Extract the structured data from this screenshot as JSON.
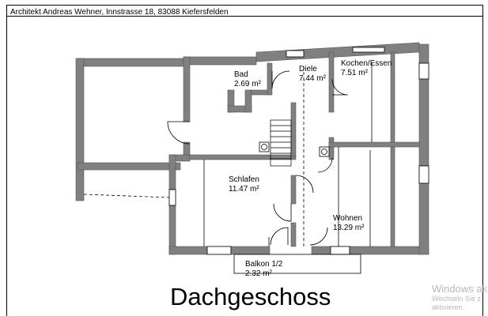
{
  "header": {
    "architect": "Architekt Andreas Wehner, Innstrasse 18,  83088 Kiefersfelden"
  },
  "rooms": [
    {
      "key": "bad",
      "name": "Bad",
      "area": "2.69 m²"
    },
    {
      "key": "diele",
      "name": "Diele",
      "area": "7.44 m²"
    },
    {
      "key": "kochen",
      "name": "Kochen/Essen",
      "area": "7.51 m²"
    },
    {
      "key": "schlafen",
      "name": "Schlafen",
      "area": "11.47 m²"
    },
    {
      "key": "wohnen",
      "name": "Wohnen",
      "area": "13.29 m²"
    },
    {
      "key": "balkon",
      "name": "Balkon 1/2",
      "area": "2.32 m²"
    }
  ],
  "title": "Dachgeschoss",
  "watermark": {
    "title": "Windows ak",
    "sub1": "Wechseln Sie z",
    "sub2": "aktivieren."
  },
  "colors": {
    "wall": "#808080",
    "line": "#000000",
    "watermark": "#b8b8b8"
  }
}
